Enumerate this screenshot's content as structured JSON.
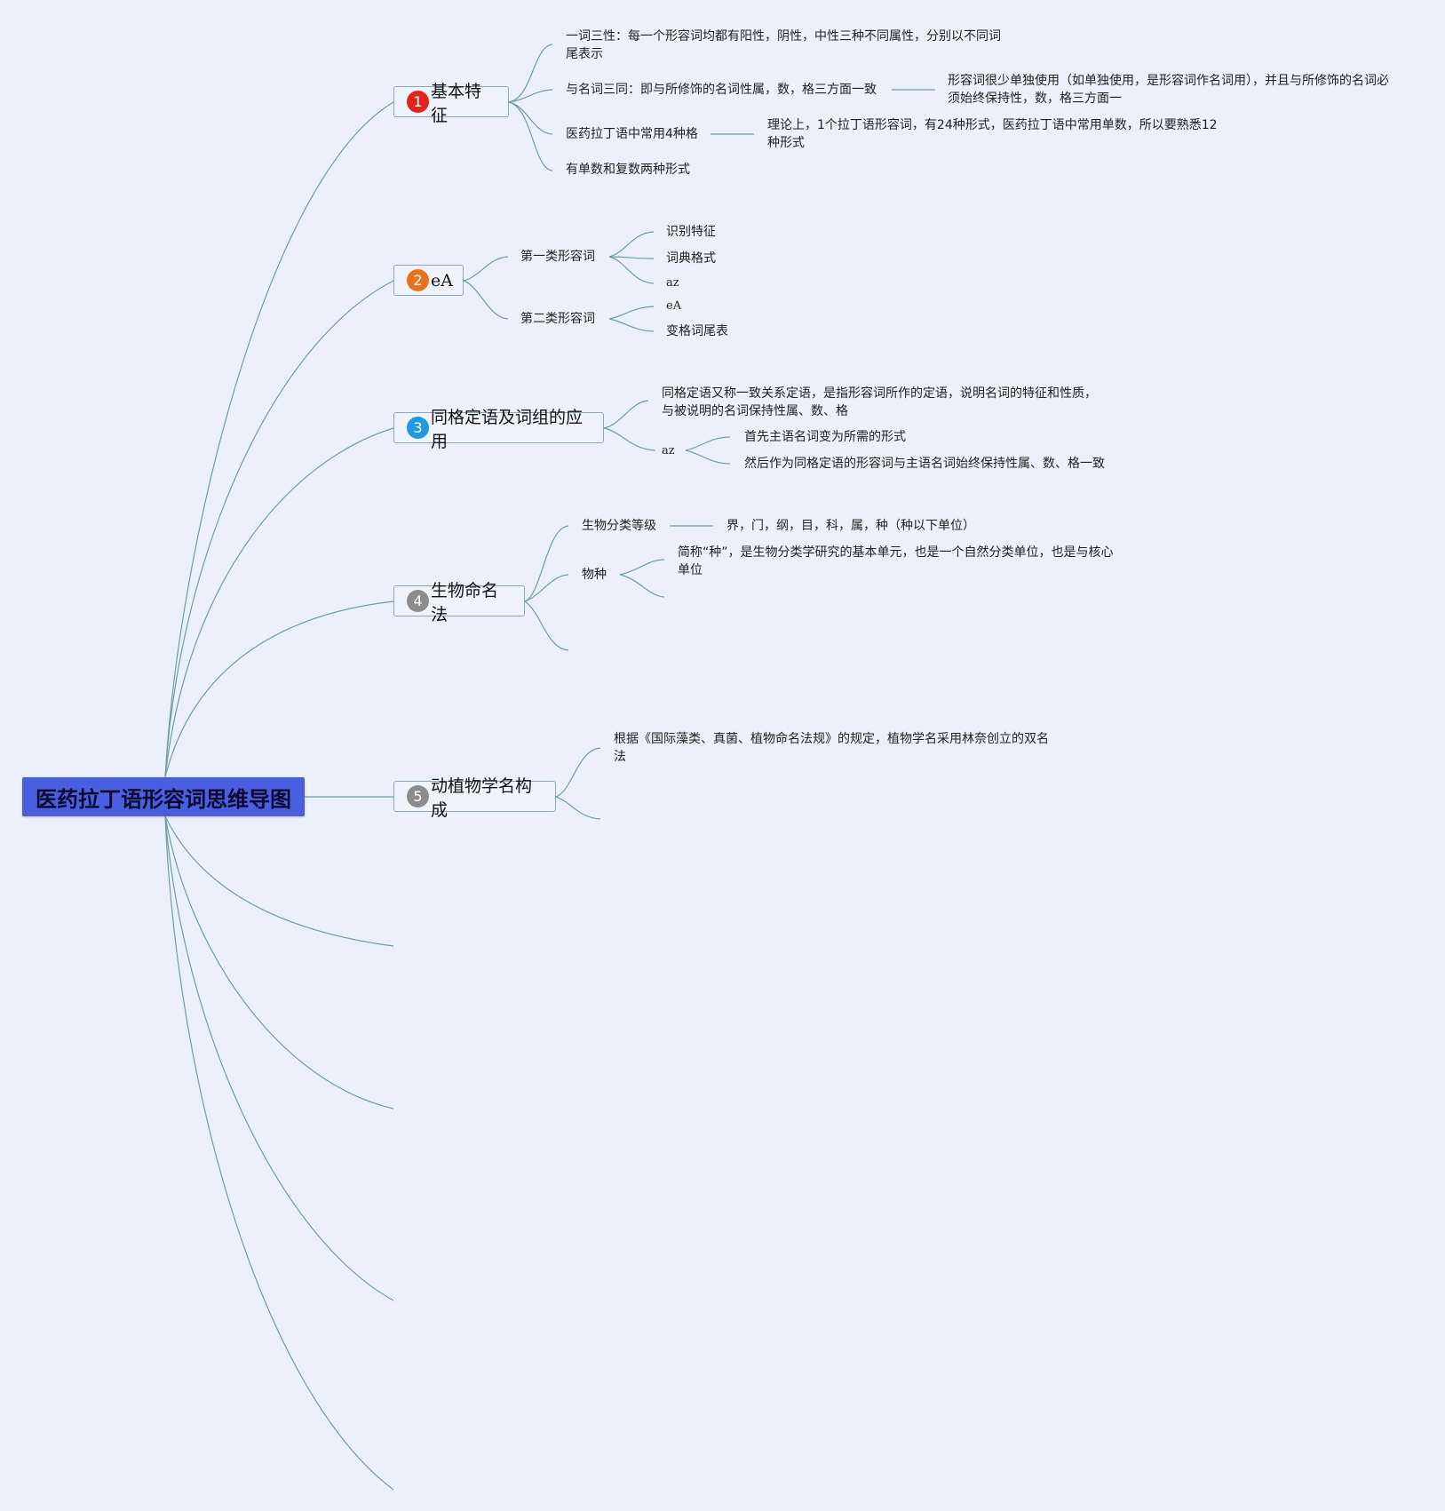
{
  "root": {
    "title": "医药拉丁语形容词思维导图"
  },
  "topics": [
    {
      "number": "1",
      "badge_color": "#e0241c",
      "title": "基本特征",
      "items": [
        {
          "text": "一词三性：每一个形容词均都有阳性，阴性，中性三种不同属性，分别以不同词尾表示"
        },
        {
          "text": "与名词三同：即与所修饰的名词性属，数，格三方面一致",
          "detail": "形容词很少单独使用（如单独使用，是形容词作名词用），并且与所修饰的名词必须始终保持性，数，格三方面一"
        },
        {
          "text": "医药拉丁语中常用4种格",
          "detail": "理论上，1个拉丁语形容词，有24种形式，医药拉丁语中常用单数，所以要熟悉12种形式"
        },
        {
          "text": "有单数和复数两种形式"
        }
      ]
    },
    {
      "number": "2",
      "badge_color": "#e8731e",
      "title": "eA",
      "groups": [
        {
          "label": "第一类形容词",
          "children": [
            "识别特征",
            "词典格式",
            "az"
          ]
        },
        {
          "label": "第二类形容词",
          "children": [
            "eA",
            "变格词尾表"
          ]
        }
      ]
    },
    {
      "number": "3",
      "badge_color": "#1f9ae0",
      "title": "同格定语及词组的应用",
      "definition": "同格定语又称一致关系定语，是指形容词所作的定语，说明名词的特征和性质，与被说明的名词保持性属、数、格",
      "group": {
        "label": "az",
        "children": [
          "首先主语名词变为所需的形式",
          "然后作为同格定语的形容词与主语名词始终保持性属、数、格一致"
        ]
      }
    },
    {
      "number": "4",
      "badge_color": "#8c8c8c",
      "title": "生物命名法",
      "items": [
        {
          "label": "生物分类等级",
          "detail": "界，门，纲，目，科，属，种（种以下单位）"
        },
        {
          "label": "物种",
          "detail": "简称“种”，是生物分类学研究的基本单元，也是一个自然分类单位，也是与核心单位"
        }
      ]
    },
    {
      "number": "5",
      "badge_color": "#8c8c8c",
      "title": "动植物学名构成",
      "items": [
        {
          "text": "根据《国际藻类、真菌、植物命名法规》的规定，植物学名采用林奈创立的双名法"
        }
      ]
    }
  ],
  "colors": {
    "background": "#ebf0fb",
    "root_fill": "#4a5fe0",
    "line": "#6f9e9f",
    "box_border": "#8aa9b8"
  }
}
